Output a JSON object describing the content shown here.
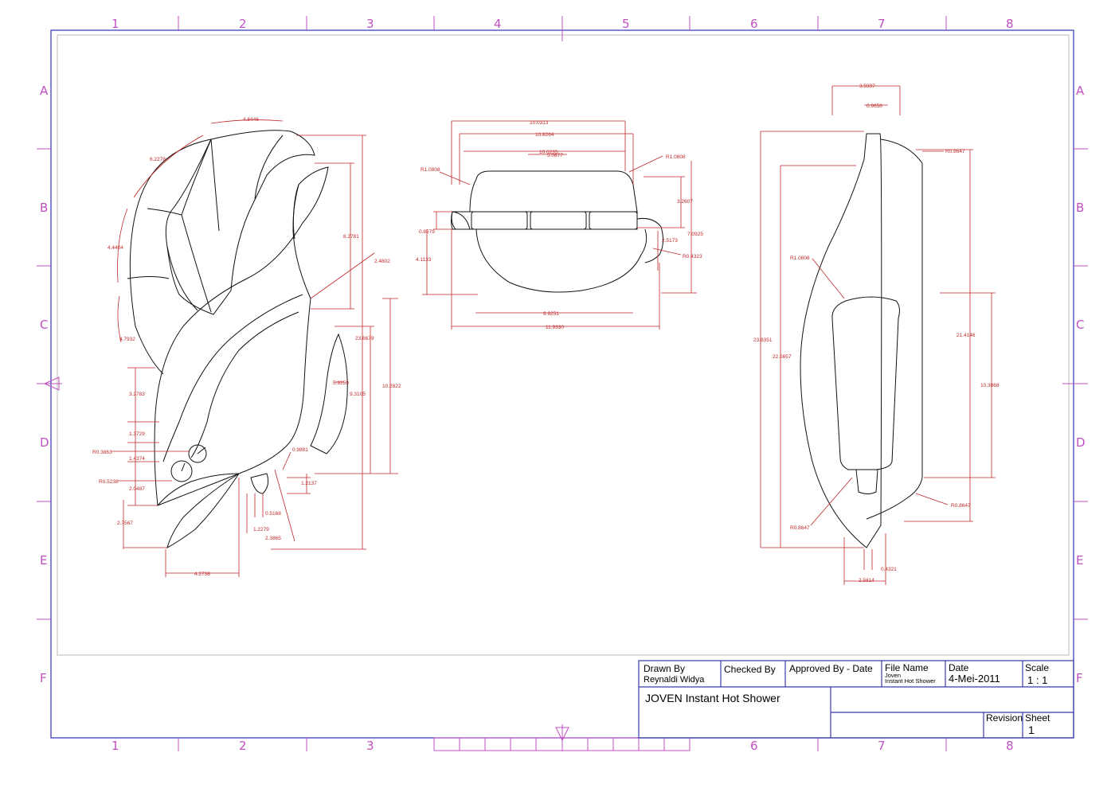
{
  "zones": {
    "columns": [
      "1",
      "2",
      "3",
      "4",
      "5",
      "6",
      "7",
      "8"
    ],
    "rows": [
      "A",
      "B",
      "C",
      "D",
      "E",
      "F"
    ]
  },
  "title_block": {
    "drawn_by_label": "Drawn By",
    "drawn_by": "Reynaldi Widya",
    "checked_by_label": "Checked By",
    "approved_label": "Approved By - Date",
    "file_name_label": "File Name",
    "file_name_line1": "Joven",
    "file_name_line2": "Instant Hot Shower",
    "date_label": "Date",
    "date": "4-Mei-2011",
    "scale_label": "Scale",
    "scale": "1 : 1",
    "title": "JOVEN Instant Hot Shower",
    "revision_label": "Revision",
    "sheet_label": "Sheet",
    "sheet": "1"
  },
  "dimensions": {
    "left_view": {
      "arc_top": "4.8446",
      "arc_1": "6.2278",
      "arc_2": "4.4404",
      "arc_3": "4.7932",
      "arc_4": "2.4802",
      "arc_5": "5.9259",
      "arc_6": "0.9891",
      "v_8_2781": "8.2781",
      "v_23_6679": "23.6679",
      "v_9_3105": "9.3105",
      "v_10_2822": "10.2822",
      "v_3_2783": "3.2783",
      "v_1_3729": "1.3729",
      "v_1_4374": "1.4374",
      "v_2_0487": "2.0487",
      "v_2_7567": "2.7567",
      "r_0_3863": "R0.3863",
      "r_0_5238": "R0.5238",
      "h_1_2137": "1.2137",
      "h_0_5168": "0.5168",
      "h_1_2279": "1.2279",
      "h_2_3865": "2.3865",
      "h_4_2738": "4.2738"
    },
    "middle_view": {
      "w_10_0313": "10.0313",
      "w_10_8264": "10.8264",
      "w_10_0235": "10.0235",
      "w_5_0877": "5.0877",
      "r_left": "R1.0808",
      "r_right": "R1.0808",
      "v_3_2607": "3.2607",
      "v_7_0925": "7.0925",
      "v_2_5173": "2.5173",
      "r_0_4323": "R0.4323",
      "v_0_8579": "0.8579",
      "v_4_1133": "4.1133",
      "w_9_9251": "9.9251",
      "w_11_9330": "11.9330"
    },
    "right_view": {
      "w_3_9397": "3.9397",
      "w_0_9656": "0.9656",
      "r_top": "R0.8647",
      "r_1_0808": "R1.0808",
      "v_23_9351": "23.9351",
      "v_22_0857": "22.0857",
      "v_21_4146": "21.4146",
      "v_10_3868": "10.3868",
      "r_bottom_right": "R0.8647",
      "r_bottom_left": "R0.8647",
      "w_0_4321": "0.4321",
      "w_2_5814": "2.5814"
    }
  }
}
